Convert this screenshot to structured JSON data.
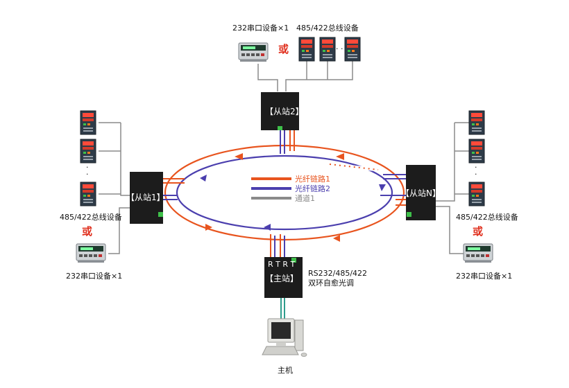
{
  "labels": {
    "device_232": "232串口设备×1",
    "device_485": "485/422总线设备",
    "or": "或",
    "slave2": "【从站2】",
    "slave1": "【从站1】",
    "slaveN": "【从站N】",
    "master": "【主站】",
    "rt": "R T R T",
    "master_desc_1": "RS232/485/422",
    "master_desc_2": "双环自愈光调",
    "host": "主机",
    "dots": "· · ·"
  },
  "legend": [
    {
      "label": "光纤链路1",
      "color": "#e8541e"
    },
    {
      "label": "光纤链路2",
      "color": "#4b3fae"
    },
    {
      "label": "通道1",
      "color": "#8a8a8a"
    }
  ],
  "colors": {
    "fiber1": "#e8541e",
    "fiber2": "#4b3fae",
    "channel": "#8a8a8a",
    "ethernet": "#2e9c8c",
    "or_text": "#e0301e",
    "box": "#1c1c1c"
  }
}
